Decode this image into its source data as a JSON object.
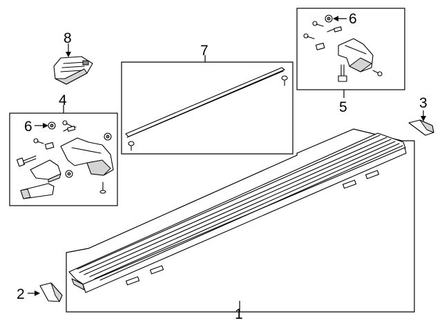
{
  "callouts": {
    "c1": "1",
    "c2": "2",
    "c3": "3",
    "c4": "4",
    "c5": "5",
    "c6a": "6",
    "c6b": "6",
    "c7": "7",
    "c8": "8"
  },
  "colors": {
    "line": "#000000",
    "background": "#ffffff",
    "shade": "#d4d4d4"
  }
}
